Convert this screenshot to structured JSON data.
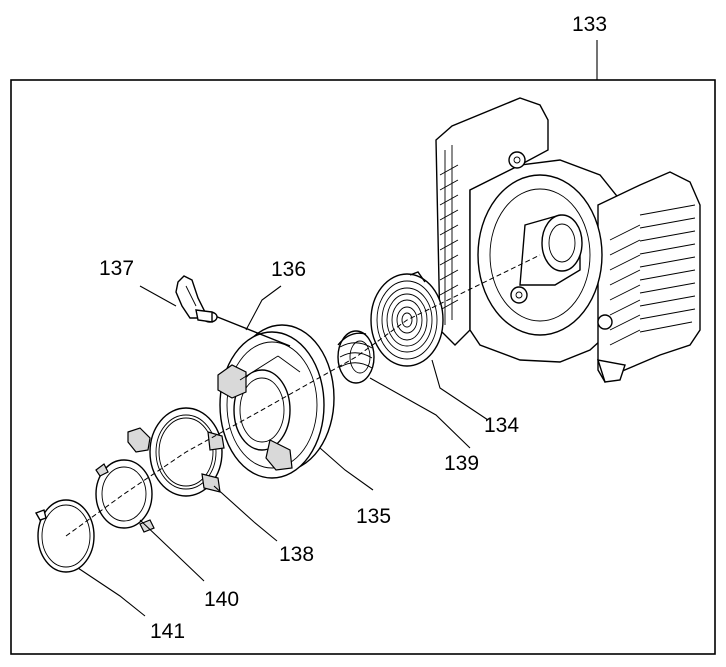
{
  "labels": {
    "p133": "133",
    "p134": "134",
    "p135": "135",
    "p136": "136",
    "p137": "137",
    "p138": "138",
    "p139": "139",
    "p140": "140",
    "p141": "141"
  }
}
